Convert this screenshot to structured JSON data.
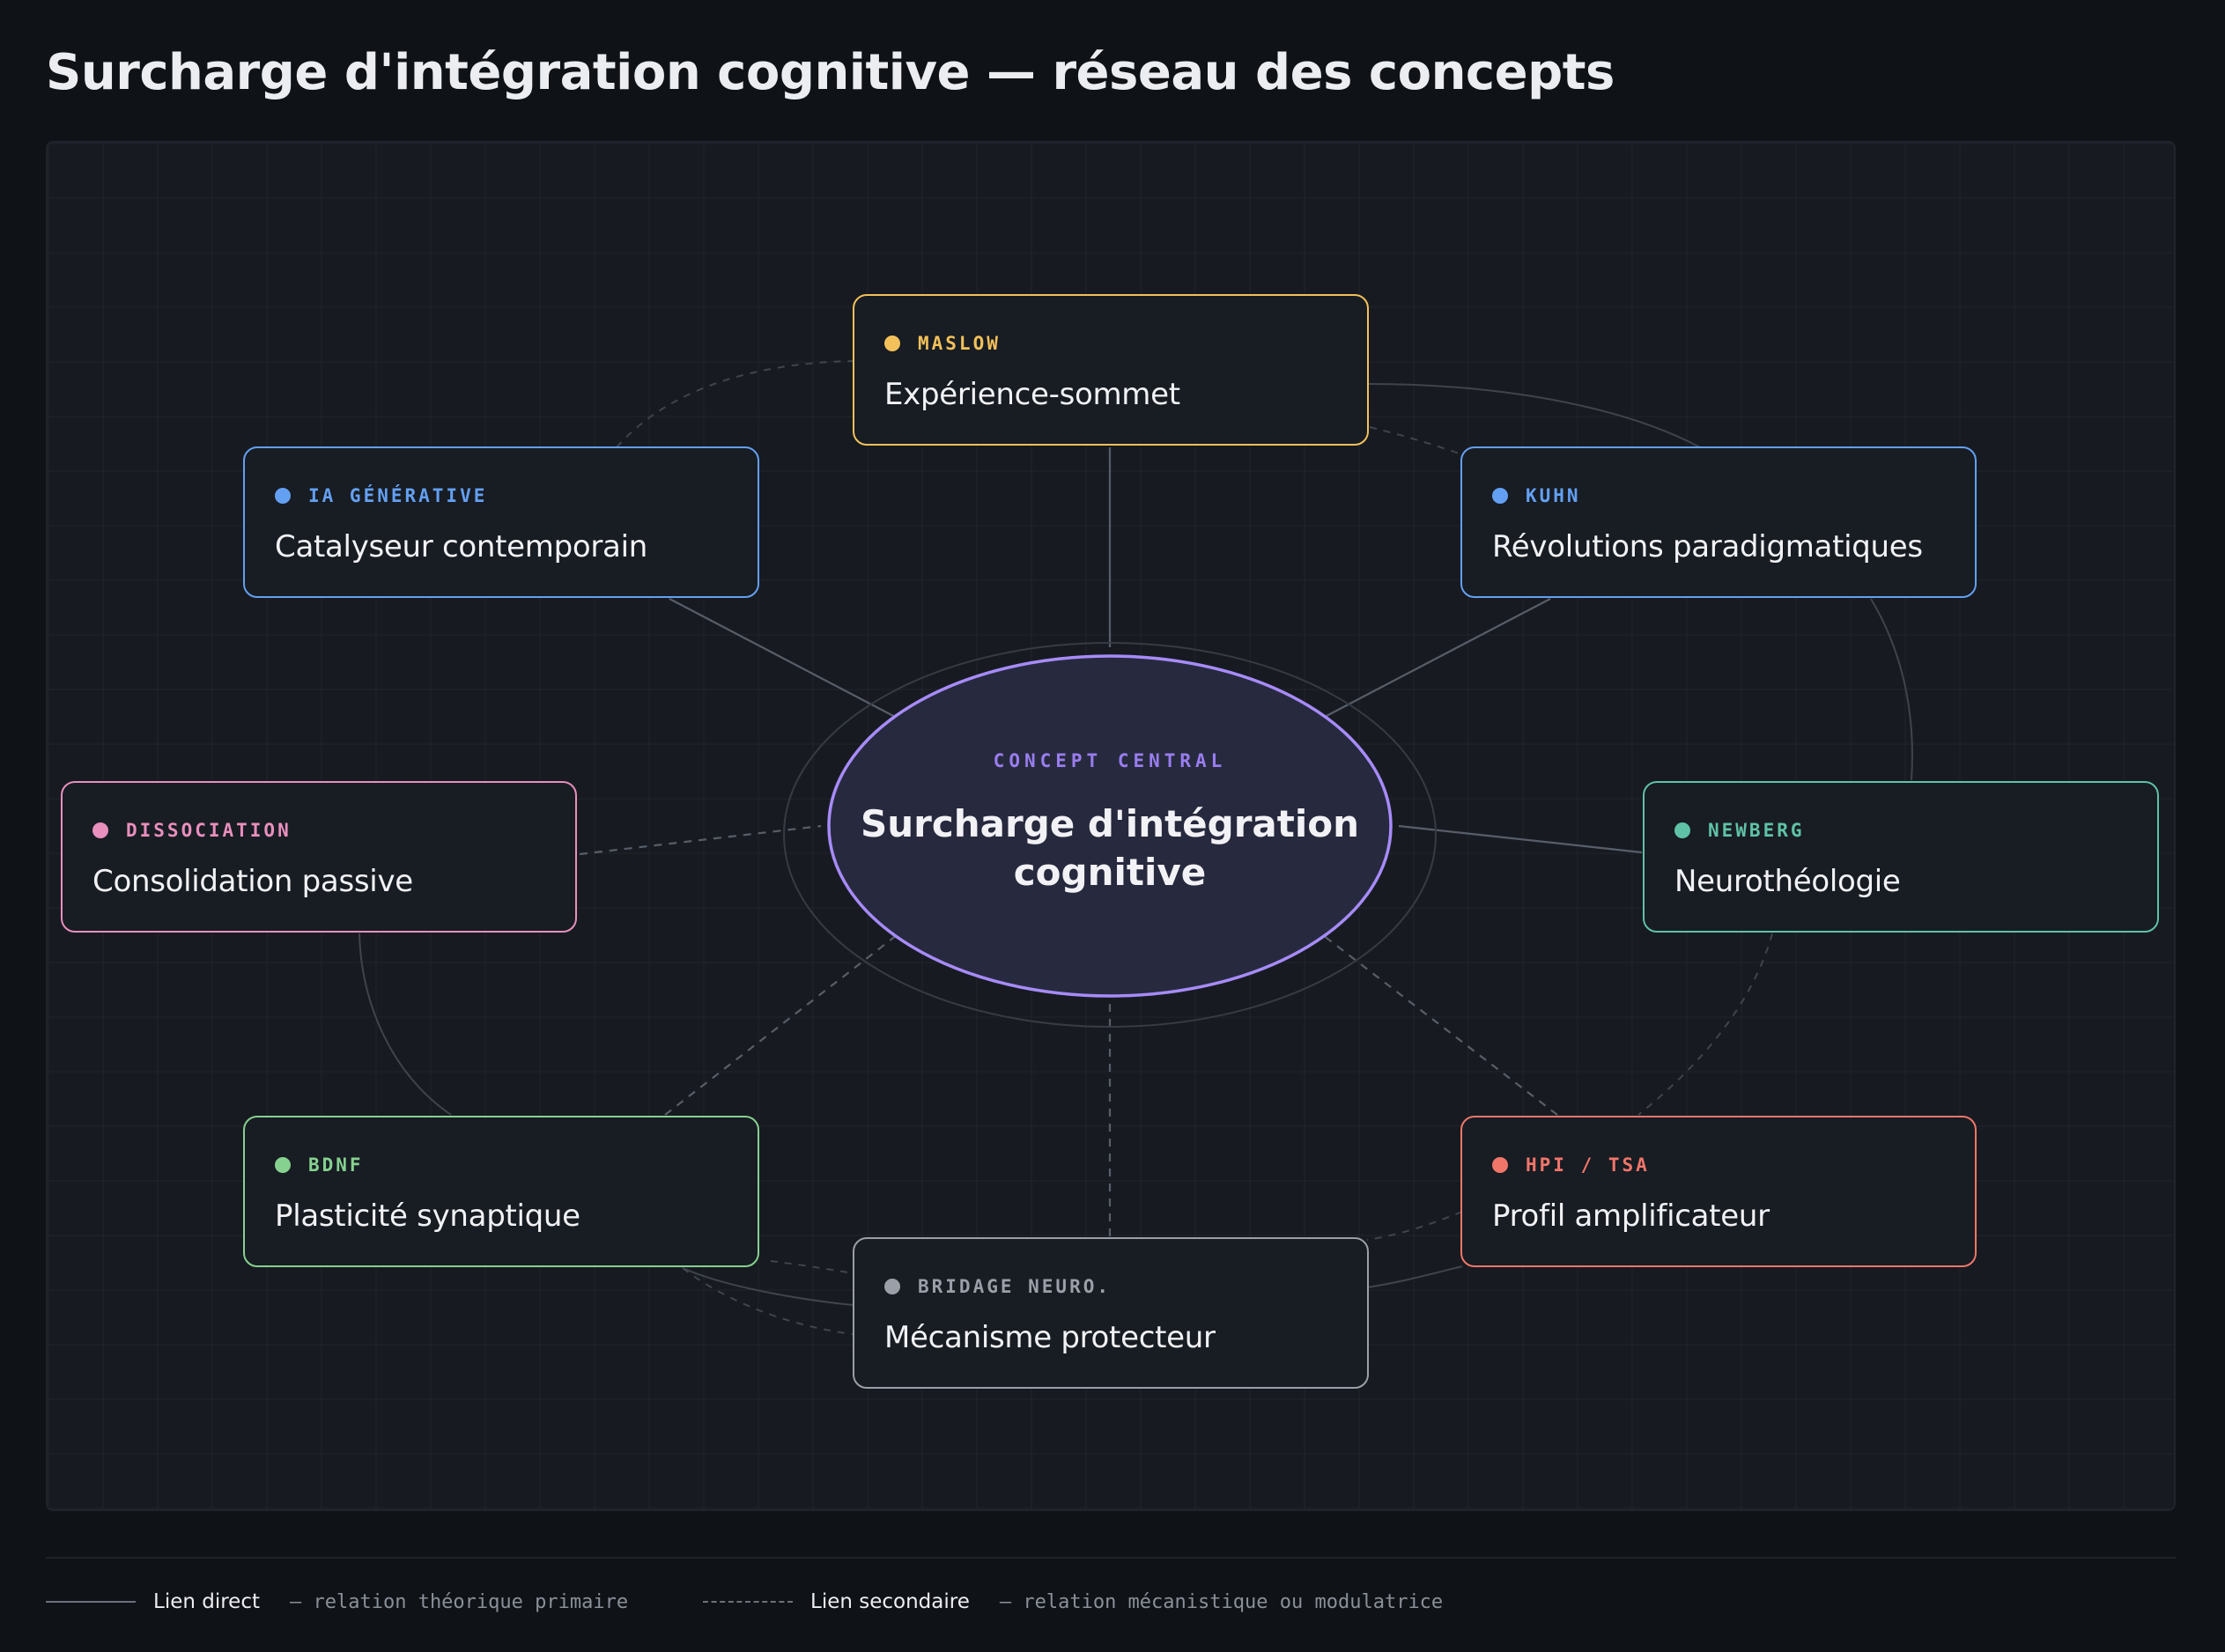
{
  "title": "Surcharge d'intégration cognitive — réseau des concepts",
  "center": {
    "tag": "CONCEPT CENTRAL",
    "label_line1": "Surcharge d'intégration",
    "label_line2": "cognitive",
    "color": "#a78bfa"
  },
  "nodes": {
    "maslow": {
      "tag": "MASLOW",
      "label": "Expérience-sommet",
      "color": "#f2c15a"
    },
    "ia": {
      "tag": "IA GÉNÉRATIVE",
      "label": "Catalyseur contemporain",
      "color": "#63a0f2"
    },
    "kuhn": {
      "tag": "KUHN",
      "label": "Révolutions paradigmatiques",
      "color": "#63a0f2"
    },
    "dissociation": {
      "tag": "DISSOCIATION",
      "label": "Consolidation passive",
      "color": "#e88fbd"
    },
    "newberg": {
      "tag": "NEWBERG",
      "label": "Neurothéologie",
      "color": "#5fc2a6"
    },
    "bdnf": {
      "tag": "BDNF",
      "label": "Plasticité synaptique",
      "color": "#86d18f"
    },
    "hpi": {
      "tag": "HPI / TSA",
      "label": "Profil amplificateur",
      "color": "#f0766a"
    },
    "bridage": {
      "tag": "BRIDAGE NEURO.",
      "label": "Mécanisme protecteur",
      "color": "#9a9fa8"
    }
  },
  "legend": {
    "direct": {
      "label": "Lien direct",
      "desc": "— relation théorique primaire"
    },
    "secondary": {
      "label": "Lien secondaire",
      "desc": "— relation mécanistique ou modulatrice"
    }
  }
}
